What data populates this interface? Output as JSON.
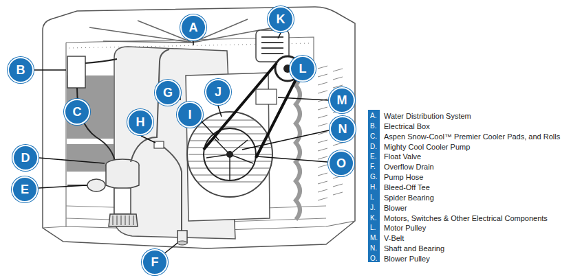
{
  "diagram": {
    "nodes": [
      {
        "text": [
          "A"
        ]
      },
      {
        "text": [
          "K"
        ]
      },
      {
        "text": [
          "B"
        ]
      },
      {
        "text": [
          "L"
        ]
      },
      {
        "text": [
          "G"
        ]
      },
      {
        "text": [
          "J"
        ]
      },
      {
        "text": [
          "I"
        ]
      },
      {
        "text": [
          "M"
        ]
      },
      {
        "text": [
          "C"
        ]
      },
      {
        "text": [
          "H"
        ]
      },
      {
        "text": [
          "N"
        ]
      },
      {
        "text": [
          "D"
        ]
      },
      {
        "text": [
          "O"
        ]
      },
      {
        "text": [
          "E"
        ]
      },
      {
        "text": [
          "F"
        ]
      }
    ],
    "labels": [
      "A.",
      "Water Distribution System",
      "B.",
      "Electrical Box",
      "C.",
      "Aspen Snow-Cool™ Premier Cooler Pads, and Rolls",
      "D.",
      "Mighty Cool Cooler Pump",
      "E.",
      "Float Valve",
      "F.",
      "Overflow Drain",
      "G.",
      "Pump Hose",
      "H.",
      "Bleed-Off Tee",
      "I.",
      "Spider Bearing",
      "J.",
      "Blower",
      "K.",
      "Motors, Switches & Other Electrical Components",
      "L.",
      "Motor Pulley",
      "M.",
      "V-Belt",
      "N.",
      "Shaft and Bearing",
      "O.",
      "Blower Pulley"
    ]
  }
}
